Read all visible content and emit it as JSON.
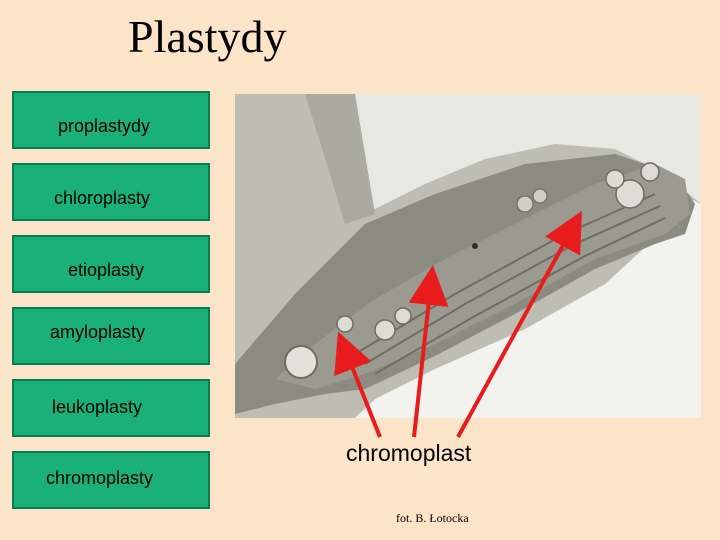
{
  "title": "Plastydy",
  "buttons": [
    {
      "label": "proplastydy"
    },
    {
      "label": "chloroplasty"
    },
    {
      "label": "etioplasty"
    },
    {
      "label": "amyloplasty"
    },
    {
      "label": "leukoplasty"
    },
    {
      "label": "chromoplasty"
    }
  ],
  "photo": {
    "caption": "chromoplast",
    "credit": "fot. B. Łotocka"
  },
  "colors": {
    "background": "#fce4c8",
    "button_fill": "#1ab07a",
    "arrow": "#e81c1c"
  }
}
